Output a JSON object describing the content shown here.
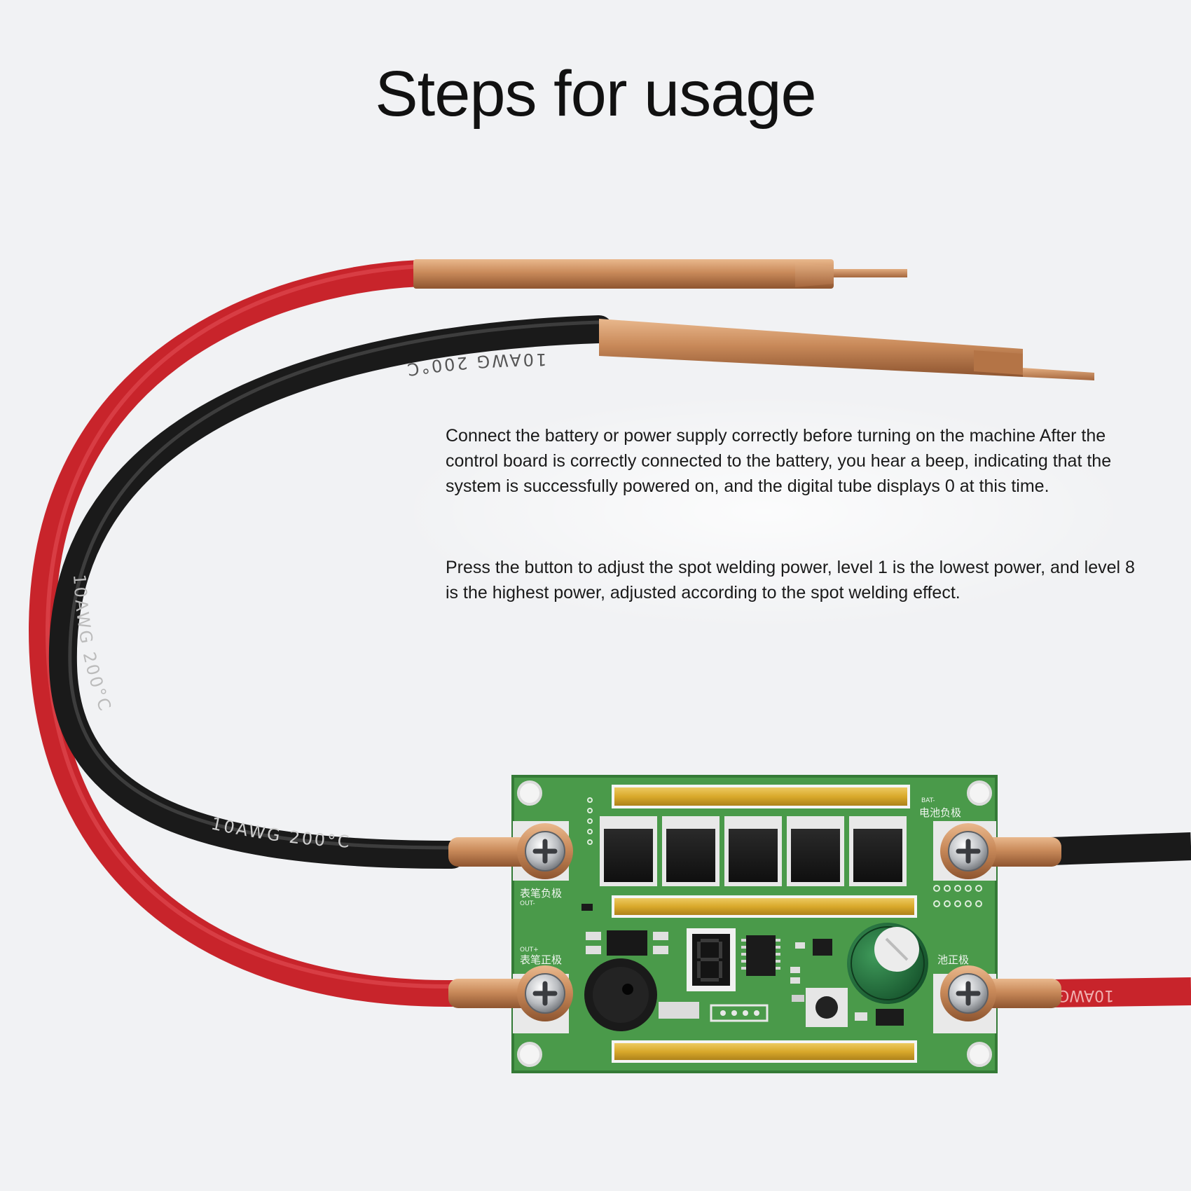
{
  "title": "Steps for usage",
  "steps": [
    "Connect the battery or power supply correctly before turning on the machine After the control board is correctly connected to the battery, you hear a beep, indicating that the system is successfully powered on, and the digital tube displays 0 at this time.",
    "Press the button to adjust the spot welding power, level 1 is the lowest power, and level 8 is the highest power, adjusted according to the spot welding effect."
  ],
  "cable_print": {
    "black_upper": "10AWG 200°C",
    "black_lower": "10AWG 200°C",
    "red": "10AWG"
  },
  "board_labels": {
    "neg_pen": "表笔负极",
    "neg_pen_sub": "OUT-",
    "pos_pen": "表笔正极",
    "pos_pen_sub": "OUT+",
    "bat_neg": "电池负极",
    "bat_neg_sub": "BAT-",
    "bat_pos": "池正极"
  },
  "colors": {
    "background": "#f1f2f4",
    "red_cable": "#c8242b",
    "black_cable": "#1a1a1a",
    "copper": "#c98a5a",
    "pcb": "#4a9a4a",
    "bus_bar": "#d9a92b"
  },
  "icons": [
    "screw-icon",
    "mosfet-icon",
    "seven-segment-display-icon",
    "buzzer-icon",
    "push-button-icon",
    "capacitor-icon"
  ]
}
